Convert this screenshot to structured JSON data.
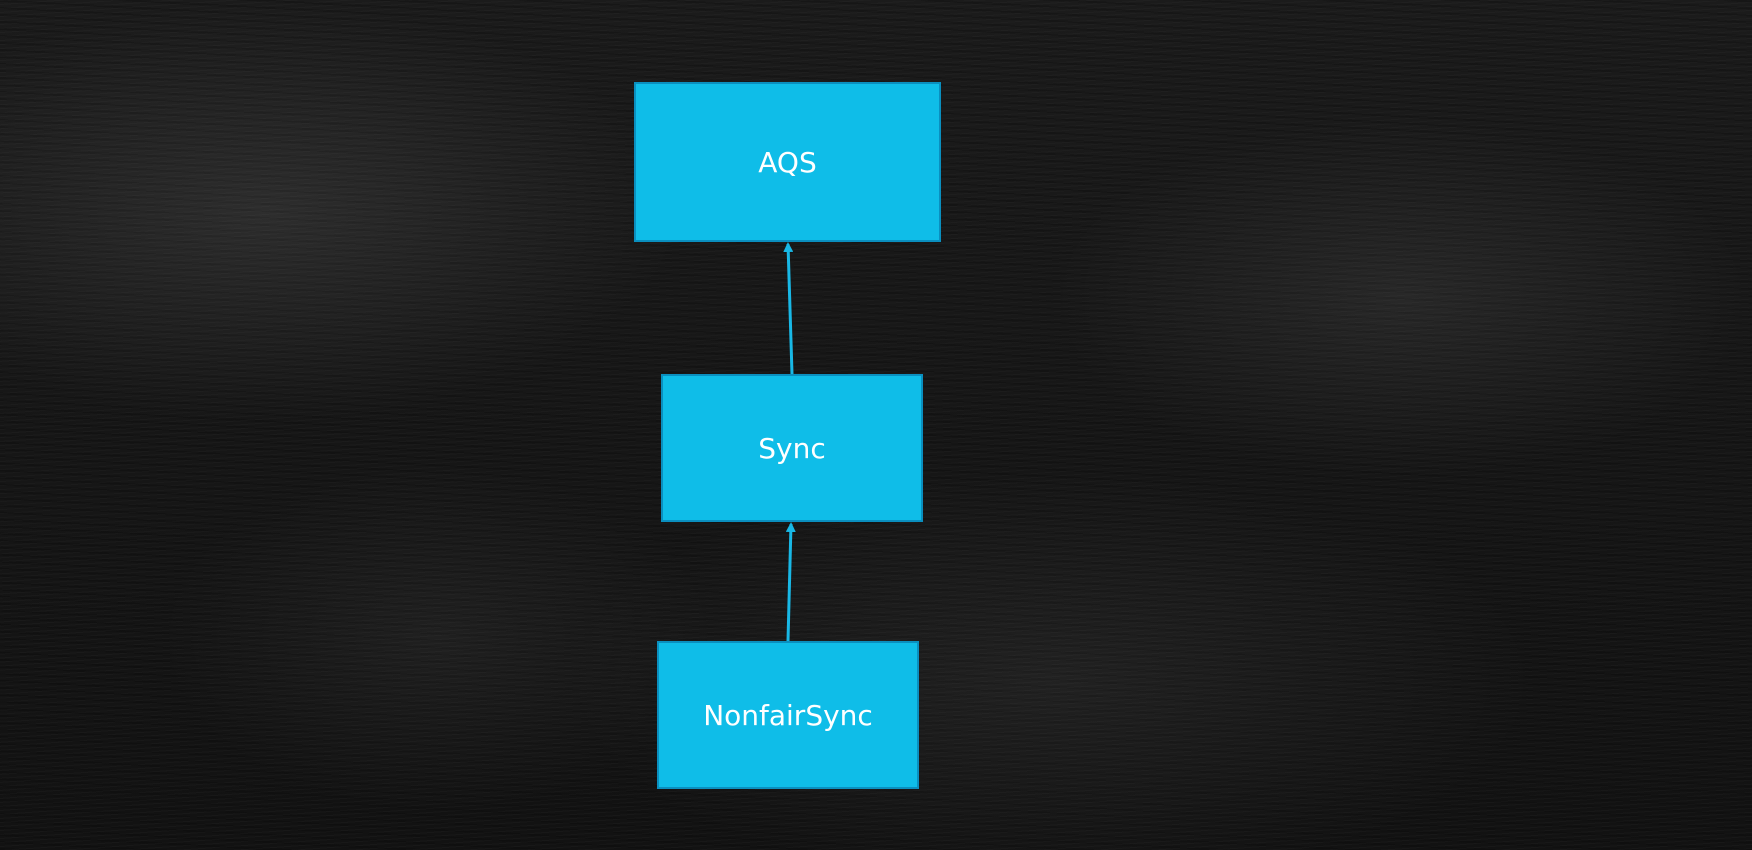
{
  "colors": {
    "node_fill": "#0fbde8",
    "node_text": "#ffffff",
    "connector": "#18b8e6"
  },
  "diagram": {
    "nodes": [
      {
        "id": "aqs",
        "label": "AQS"
      },
      {
        "id": "sync",
        "label": "Sync"
      },
      {
        "id": "nonfair",
        "label": "NonfairSync"
      }
    ],
    "edges": [
      {
        "from": "sync",
        "to": "aqs",
        "arrow": "to"
      },
      {
        "from": "nonfair",
        "to": "sync",
        "arrow": "to"
      }
    ]
  }
}
